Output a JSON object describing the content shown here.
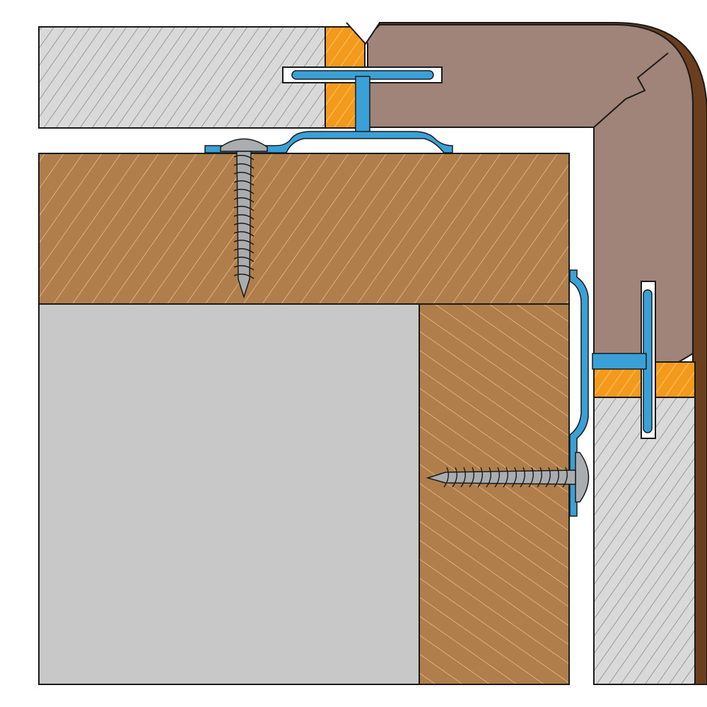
{
  "diagram": {
    "kind": "cross-section",
    "labels": [],
    "parts": [
      {
        "id": "tile-top",
        "material": "ceramic-tile",
        "color": "#d9d9d9"
      },
      {
        "id": "tile-right",
        "material": "ceramic-tile",
        "color": "#d9d9d9"
      },
      {
        "id": "adhesive-top",
        "material": "tile-adhesive",
        "color": "#f39a1c"
      },
      {
        "id": "adhesive-right",
        "material": "tile-adhesive",
        "color": "#f39a1c"
      },
      {
        "id": "corner-cover",
        "material": "corner-profile-cover",
        "color": "#a18479"
      },
      {
        "id": "timber-beam",
        "material": "wood",
        "color": "#b07e4a"
      },
      {
        "id": "timber-post",
        "material": "wood",
        "color": "#b07e4a"
      },
      {
        "id": "board-core",
        "material": "board",
        "color": "#c8c8c8"
      },
      {
        "id": "mounting-profile-top",
        "material": "aluminium-profile",
        "color": "#3aa0d8"
      },
      {
        "id": "mounting-profile-right",
        "material": "aluminium-profile",
        "color": "#3aa0d8"
      },
      {
        "id": "screw-vertical",
        "material": "steel",
        "color": "#a9adb0"
      },
      {
        "id": "screw-horizontal",
        "material": "steel",
        "color": "#a9adb0"
      }
    ],
    "colors": {
      "outline": "#1a1a1a",
      "wood": "#b07e4a",
      "wood_hatch": "#d9b07e",
      "tile": "#d9d9d9",
      "tile_hatch": "#8a8a8a",
      "adhesive": "#f39a1c",
      "adhesive_hatch": "#f7bf5c",
      "cover": "#a18479",
      "cover_edge": "#6b3f1d",
      "board": "#c8c8c8",
      "profile": "#3aa0d8",
      "steel": "#a9adb0"
    }
  }
}
